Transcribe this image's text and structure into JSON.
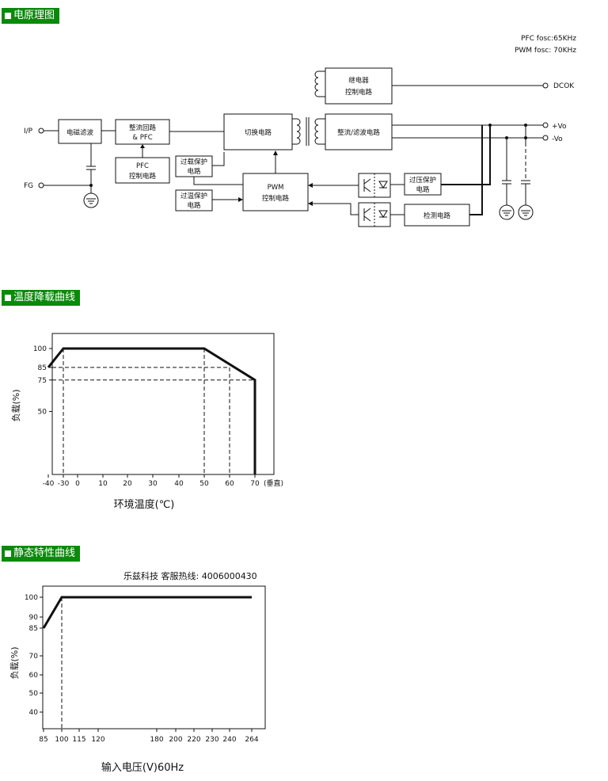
{
  "sections": {
    "schematic": "电原理图",
    "derating": "温度降载曲线",
    "static": "静态特性曲线"
  },
  "schematic": {
    "pfc_fosc": "PFC fosc:65KHz",
    "pwm_fosc": "PWM fosc: 70KHz",
    "labels": {
      "ip": "I/P",
      "fg": "FG",
      "dcok": "DCOK",
      "vo_plus": "+Vo",
      "vo_minus": "-Vo"
    },
    "blocks": {
      "emi": "电磁滤波",
      "rectifier_l1": "整流回路",
      "rectifier_l2": "& PFC",
      "pfc_ctrl_l1": "PFC",
      "pfc_ctrl_l2": "控制电路",
      "switch": "切换电路",
      "relay_l1": "继电器",
      "relay_l2": "控制电路",
      "out_filter": "整流/滤波电路",
      "olp_l1": "过载保护",
      "olp_l2": "电路",
      "otp_l1": "过温保护",
      "otp_l2": "电路",
      "pwm_l1": "PWM",
      "pwm_l2": "控制电路",
      "ovp_l1": "过压保护",
      "ovp_l2": "电路",
      "detect": "检测电路"
    }
  },
  "chart_data": [
    {
      "type": "line",
      "xlabel": "环境温度(℃)",
      "ylabel": "负载(%)",
      "x_ticks": [
        "-40",
        "-30",
        "0",
        "10",
        "20",
        "30",
        "40",
        "50",
        "60",
        "70"
      ],
      "x_tick_suffix": "(垂直)",
      "y_ticks": [
        "100",
        "85",
        "75",
        "50"
      ],
      "series": [
        {
          "x": [
            -40,
            -30,
            50,
            70,
            70
          ],
          "y": [
            85,
            100,
            100,
            75,
            0
          ]
        }
      ],
      "reference_lines": {
        "y85_to_x": 60,
        "y75_to_x": 70,
        "vertical_x": [
          -30,
          50,
          60
        ]
      }
    },
    {
      "type": "line",
      "xlabel": "输入电压(V)60Hz",
      "ylabel": "负载(%)",
      "x_ticks": [
        "85",
        "100",
        "115",
        "120",
        "180",
        "200",
        "220",
        "230",
        "240",
        "264"
      ],
      "y_ticks": [
        "100",
        "90",
        "85",
        "70",
        "60",
        "50",
        "40"
      ],
      "series": [
        {
          "x": [
            85,
            100,
            264
          ],
          "y": [
            85,
            100,
            100
          ]
        }
      ],
      "reference_lines": {
        "vertical_x": [
          100
        ]
      }
    }
  ],
  "watermark": "乐兹科技 客服热线: 4006000430"
}
